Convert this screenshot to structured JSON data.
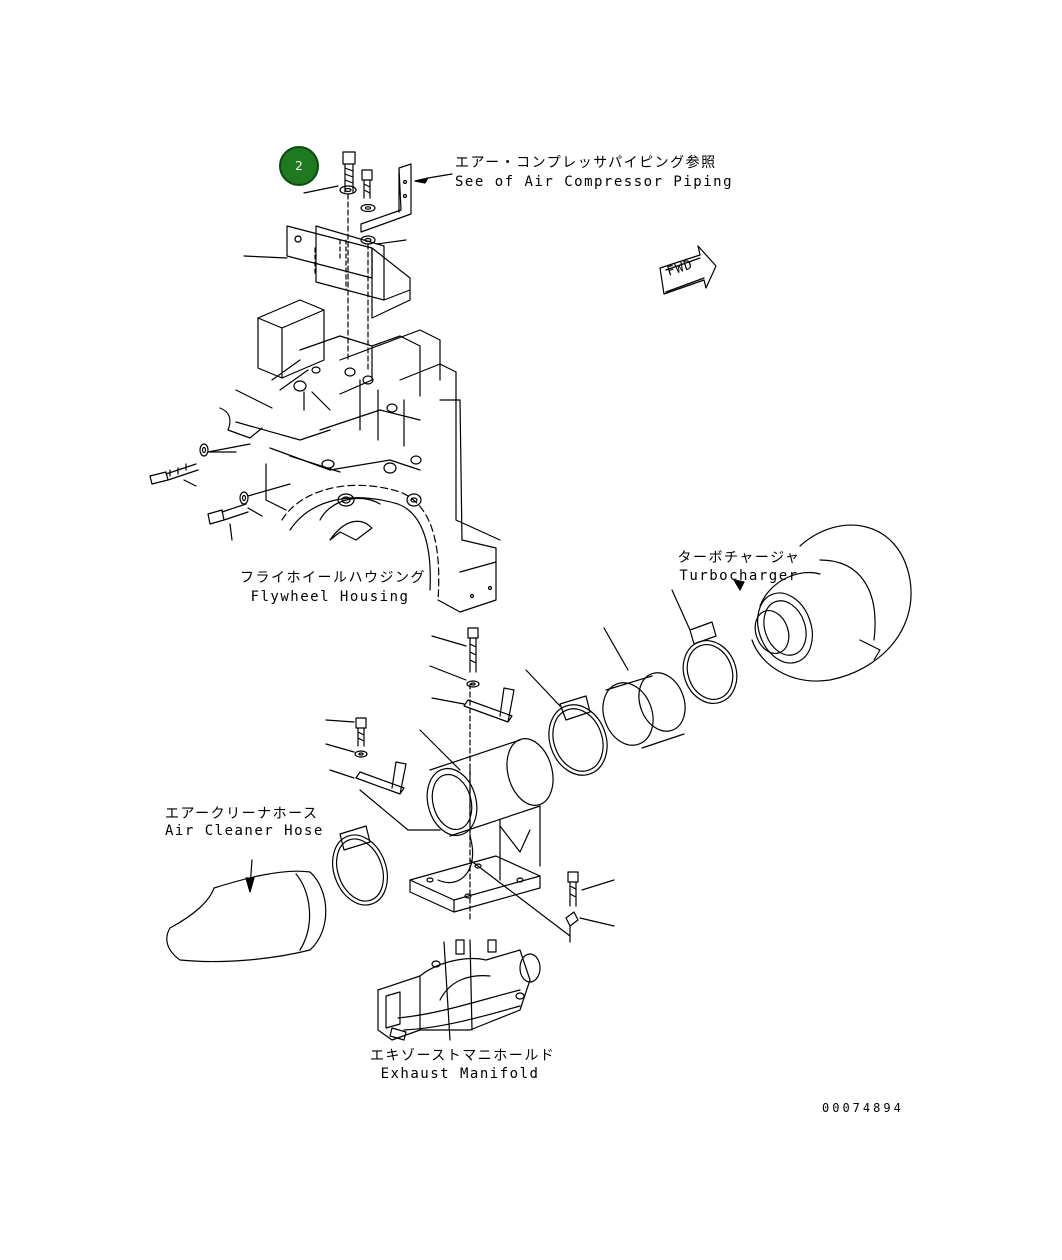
{
  "callout": {
    "number": "2"
  },
  "labels": {
    "air_compressor_jp": "エアー・コンプレッサパイピング参照",
    "air_compressor_en": "See of Air Compressor Piping",
    "fwd": "FWD",
    "flywheel_jp": "フライホイールハウジング",
    "flywheel_en": "Flywheel Housing",
    "turbo_jp": "ターボチャージャ",
    "turbo_en": "Turbocharger",
    "air_cleaner_jp": "エアークリーナホース",
    "air_cleaner_en": "Air Cleaner Hose",
    "exhaust_jp": "エキゾーストマニホールド",
    "exhaust_en": "Exhaust Manifold",
    "drawing_number": "00074894"
  },
  "colors": {
    "callout_fill": "#1f7a1f",
    "line": "#000000"
  }
}
